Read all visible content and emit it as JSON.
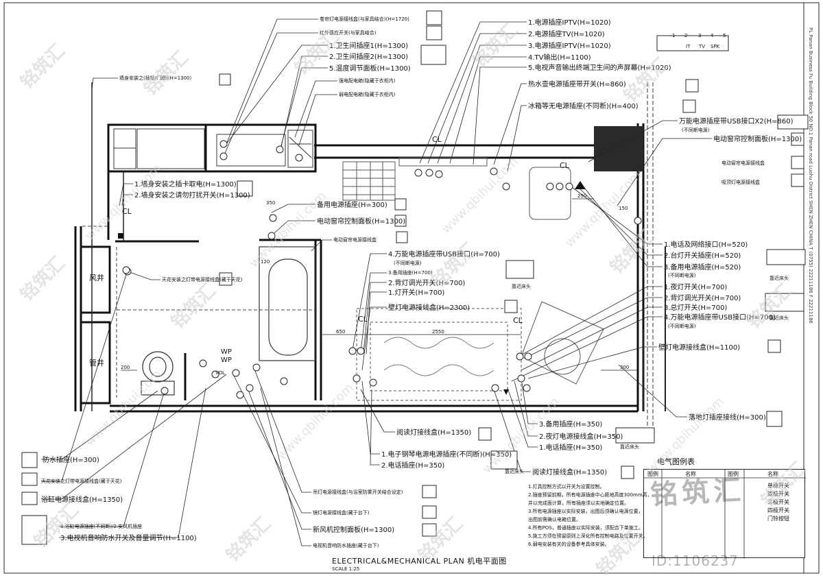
{
  "title": "ELECTRICAL&MECHANICAL PLAN 机电平面图",
  "scale": "SCALE 1:25",
  "legend_title": "电气图例表",
  "legend_headers": [
    "图例",
    "名称",
    "图例",
    "名称"
  ],
  "legend_rows": [
    "单极开关",
    "双极开关",
    "三极开关",
    "四极开关",
    "门铃按钮"
  ],
  "notes": [
    "1.灯具控制方式以开关为设置控制。",
    "2.插座预留前期，所有电源插座中心距地高度300mm高，",
    "  并以完成面计算，所有插座须以实地确定位置。",
    "3.所有电源插座以实际安装，出图后须确认电源位置，",
    "  出图前需确认电箱位置。",
    "4.所有POS，普通插座以实际安装，须配合下单施工。",
    "5.施工方须在预留原则上深化所有控制电路及位置开关。",
    "6.弱电安装有关的设备参考具体安装。"
  ],
  "rooms": {
    "shaft_wind": "风井",
    "shaft_pipe": "管井"
  },
  "ceiling_marks": [
    "CL",
    "CL",
    "CL",
    "CL",
    "CL"
  ],
  "dimensions": [
    "350",
    "120",
    "200",
    "650",
    "2550",
    "250",
    "300",
    "150"
  ],
  "device_marks": [
    "WP",
    "WP",
    "VOL"
  ],
  "labels_left": [
    "卷帘灯电源接线盒(与家具结合)(H=1720)",
    "红外感应开关(与家具结合)",
    "1.卫生间插座1(H=1300)",
    "2.卫生间插座2(H=1300)",
    "5.温度调节面板(H=1300)",
    "强电配电箱(隐藏于衣柜内)",
    "弱电配电箱(隐藏于衣柜内)",
    "墙身安装之(插钮/门牌)(H=1300)",
    "1.墙身安装之插卡取电(H=1300)",
    "2.墙身安装之请勿打扰开关(H=1300)",
    "备用电源插座(H=300)",
    "电动窗帘控制面板(H=1300)",
    "电动窗帘电源接线盒",
    "天花安装之灯带电源接线盒(藏于天花)",
    "4.万能电源插座带USB接口(H=700)",
    "(不同断电源)",
    "3.备用插座(H=700)",
    "2.背灯调光开关(H=700)",
    "1.灯开关(H=700)",
    "壁灯电源接线盒(H=2300)",
    "防水插座(H=300)",
    "天花安装之灯带电源接线盒(藏于天花)",
    "浴缸电源接线盒(H=1350)",
    "1.浴缸电源插座(不同断)/2.安风机插座",
    "3.电视机音响防水开关及音量调节(H=1100)",
    "吊灯电源接线盒(与浴室防雾开关结合设定)",
    "镜灯电源接线盒(藏于台下)",
    "新风机控制面板(H=1300)",
    "电视机音响防水插座(藏于台下)",
    "阅读灯接线盒(H=1350)",
    "1.电子钢琴电源电源插座(不同断)(H=350)",
    "2.电话插座(H=350)",
    "阅读灯接线盒(H=1350)"
  ],
  "labels_right": [
    "1.电源插座IPTV(H=1020)",
    "2.电源插座TV(H=1020)",
    "3.电源插座IPTV(H=1020)",
    "4.TV输出(H=1100)",
    "5.电视声音输出终端卫生间的声屏幕(H=1020)",
    "热水壶电源插座带开关(H=860)",
    "冰箱等无电源插座(不同断)(H=400)",
    "万能电源插座带USB接口X2(H=860)",
    "(不同断电源)",
    "电动窗帘控制面板(H=1300)",
    "电动窗帘电源接线盒",
    "吸顶灯电源接线盒",
    "1.电话及网络接口(H=520)",
    "2.台灯开关插座(H=520)",
    "3.备用电源插座(H=520)",
    "(不同断电源)",
    "1.夜灯开关(H=700)",
    "2.背灯调光开关(H=700)",
    "3.总灯开关(H=700)",
    "4.万能电源插座带USB接口(H=700)",
    "(不同断电源)",
    "壁灯电源接线盒(H=1100)",
    "落地灯插座接线(H=300)",
    "3.备用插座(H=350)",
    "2.夜灯电源接线盒(H=350)",
    "1.电话插座(H=350)"
  ],
  "panel_numbers": [
    "1",
    "2",
    "3",
    "4",
    "5"
  ],
  "panel_codes": [
    "IT",
    "TV",
    "SPK"
  ],
  "side_note": "靠近床头",
  "watermark_brand": "铭筑汇",
  "watermark_url": "www.qbihui.com",
  "stamp_text": "铭筑汇",
  "stamp_id": "ID:1106237",
  "vertical_address": "PL Panan Business Fu Building Block 50 NO.1 Panan road Luohu District SHEN ZHEN CHINA T (0755) 22211186 F 22211186",
  "colors": {
    "wall": "#111111",
    "line": "#222222",
    "wall_fill": "#2a2a2a",
    "watermark": "#cfcfcf"
  }
}
